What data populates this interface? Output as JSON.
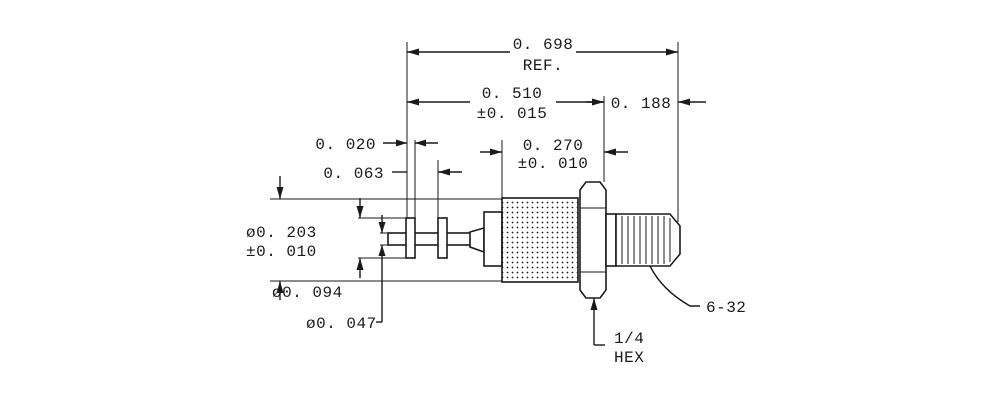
{
  "dimensions": {
    "overall_length": "0. 698",
    "overall_ref": "REF.",
    "body_length": "0. 510",
    "body_tol": "±0. 015",
    "thread_length": "0. 188",
    "knurl_length": "0. 270",
    "knurl_tol": "±0. 010",
    "flange_thickness": "0. 020",
    "flange_spacing": "0. 063",
    "flange_dia": "ø0. 203",
    "flange_dia_tol": "±0. 010",
    "shank_dia": "ø0. 094",
    "pin_dia": "ø0. 047",
    "hex_size": "1/4",
    "hex_label": "HEX",
    "thread_spec": "6-32"
  },
  "colors": {
    "line": "#1a1a1a",
    "background": "#ffffff"
  }
}
